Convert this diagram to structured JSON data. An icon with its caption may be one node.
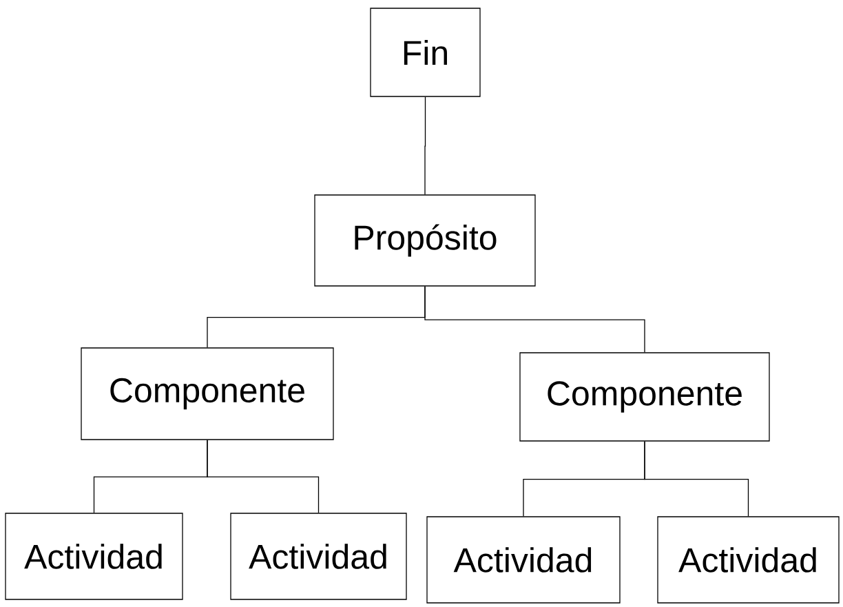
{
  "diagram": {
    "nodes": [
      {
        "text": [
          "Fin"
        ]
      },
      {
        "text": [
          "Propósito"
        ]
      },
      {
        "text": [
          "Componente"
        ]
      },
      {
        "text": [
          "Componente"
        ]
      },
      {
        "text": [
          "Actividad"
        ]
      },
      {
        "text": [
          "Actividad"
        ]
      },
      {
        "text": [
          "Actividad"
        ]
      },
      {
        "text": [
          "Actividad"
        ]
      }
    ],
    "edges": [
      {
        "from": 0,
        "to": 1,
        "arrow": "none"
      },
      {
        "from": 1,
        "to": 2,
        "arrow": "none"
      },
      {
        "from": 1,
        "to": 3,
        "arrow": "none"
      },
      {
        "from": 2,
        "to": 4,
        "arrow": "none"
      },
      {
        "from": 2,
        "to": 5,
        "arrow": "none"
      },
      {
        "from": 3,
        "to": 6,
        "arrow": "none"
      },
      {
        "from": 3,
        "to": 7,
        "arrow": "none"
      }
    ]
  }
}
